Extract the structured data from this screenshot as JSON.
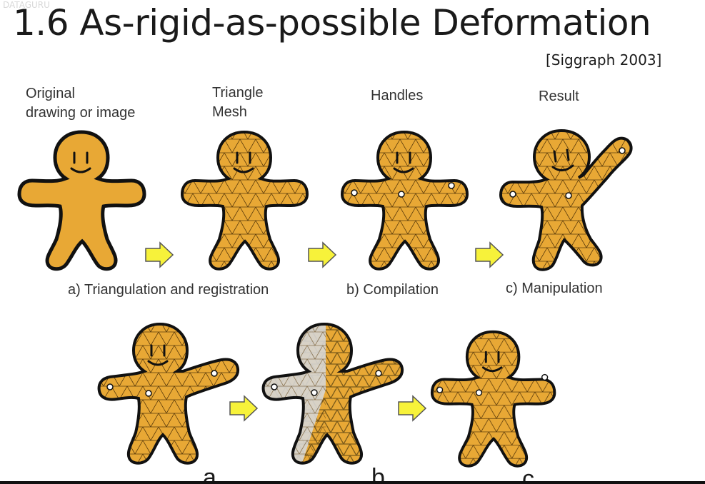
{
  "watermark": "DATAGURU",
  "title": "1.6 As-rigid-as-possible Deformation",
  "citation": "[Siggraph 2003]",
  "labels": {
    "original_line1": "Original",
    "original_line2": "drawing or image",
    "triangle_line1": "Triangle",
    "triangle_line2": "Mesh",
    "handles": "Handles",
    "result": "Result"
  },
  "captions": {
    "a": "a) Triangulation and registration",
    "b": "b) Compilation",
    "c": "c) Manipulation"
  },
  "sub_letters": {
    "a": "a",
    "b": "b",
    "c": "c"
  },
  "colors": {
    "fill": "#e8a835",
    "outline": "#111111",
    "mesh": "#5a3a0a",
    "arrow_fill": "#f7f23a",
    "arrow_stroke": "#555555",
    "gray_fill": "#d6d6d6"
  }
}
